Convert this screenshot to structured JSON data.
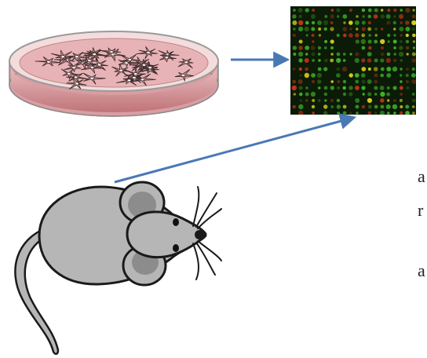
{
  "diagram": {
    "colors": {
      "dish_rim": "#9a9a9a",
      "dish_medium": "#c9878b",
      "dish_fill_light": "#f2d9da",
      "cell_outline": "#3a2a2a",
      "arrow": "#4a78b5",
      "array_background": "#0c1a08",
      "spot_green": "#3fb52a",
      "spot_yellow": "#d8d21f",
      "spot_red": "#c2331d",
      "mouse_body": "#b6b6b6",
      "mouse_ear_inner": "#8c8c8c",
      "mouse_outline": "#1a1a1a"
    },
    "nodes": [
      {
        "id": "culture-dish",
        "icon": "petri-dish-with-cells-icon"
      },
      {
        "id": "expression-array",
        "icon": "microarray-chip-icon"
      },
      {
        "id": "mouse",
        "icon": "mouse-icon"
      }
    ],
    "edges": [
      {
        "from": "culture-dish",
        "to": "expression-array"
      },
      {
        "from": "mouse",
        "to": "expression-array"
      }
    ],
    "cropped_text": [
      "a",
      "r",
      "a"
    ]
  }
}
